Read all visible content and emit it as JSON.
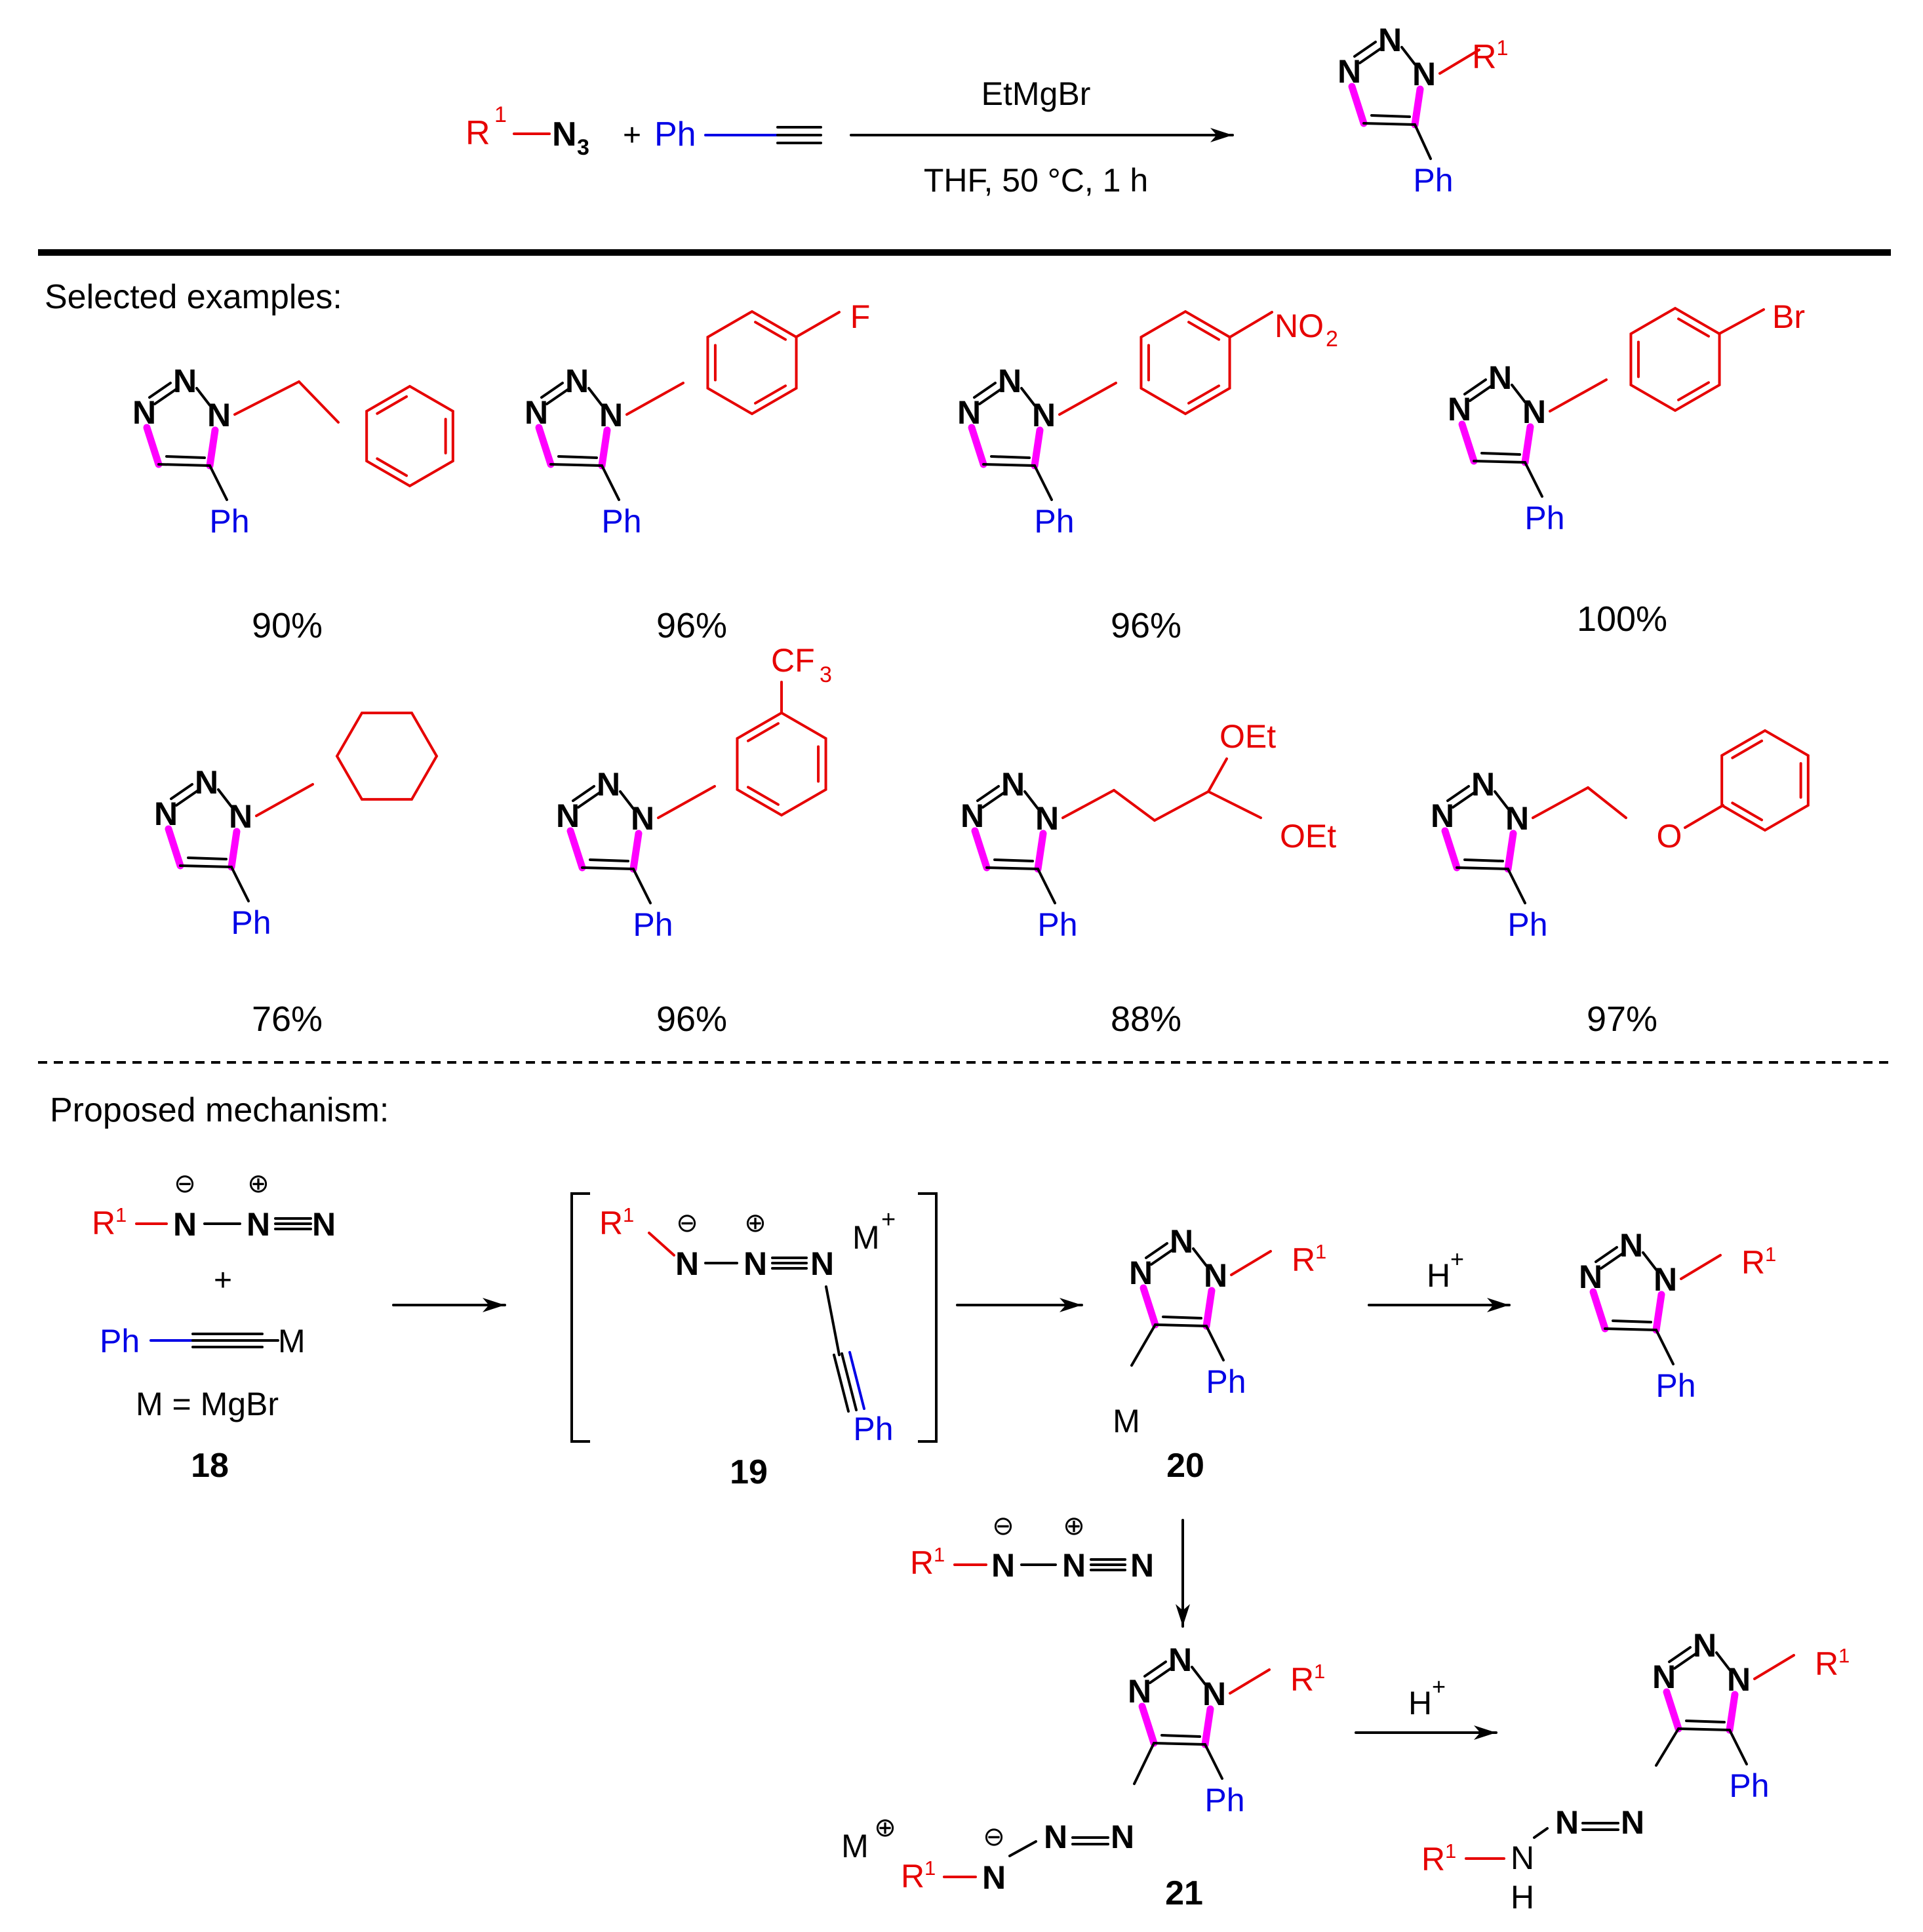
{
  "colors": {
    "substituent": "#e60000",
    "phenyl": "#0000e6",
    "highlight_bond": "#ff00ff",
    "ink": "#000000"
  },
  "top_reaction": {
    "azide_r": "R",
    "azide_r_sup": "1",
    "azide_n": "N",
    "azide_n_sub": "3",
    "plus": "+",
    "alkyne_ph": "Ph",
    "reagent_above": "EtMgBr",
    "conditions_below": "THF,  50 °C,  1 h"
  },
  "section_titles": {
    "examples": "Selected examples:",
    "mechanism": "Proposed mechanism:"
  },
  "atoms": {
    "N": "N",
    "Ph": "Ph",
    "R": "R",
    "R_sup": "1",
    "M": "M",
    "H": "H",
    "O": "O"
  },
  "substituent_text": {
    "F": "F",
    "NO": "NO",
    "NO_sub": "2",
    "Br": "Br",
    "CF": "CF",
    "CF_sub": "3",
    "OEt": "OEt"
  },
  "yields": [
    "90%",
    "96%",
    "96%",
    "100%",
    "76%",
    "96%",
    "88%",
    "97%"
  ],
  "mechanism": {
    "charge_minus": "⊖",
    "charge_plus": "⊕",
    "plus": "+",
    "m_plus_sup": "+",
    "m_def": "M = MgBr",
    "acid": "H",
    "acid_sup": "+",
    "compound_labels": [
      "18",
      "19",
      "20",
      "21"
    ]
  }
}
